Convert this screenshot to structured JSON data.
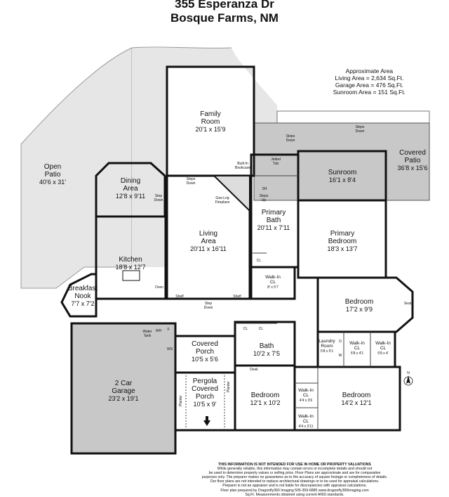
{
  "header": {
    "line1": "355 Esperanza Dr",
    "line2": "Bosque Farms, NM"
  },
  "area_summary": {
    "title": "Approximate Area",
    "living": "Living Area = 2,634 Sq.Ft.",
    "garage": "Garage Area = 476 Sq.Ft.",
    "sunroom": "Sunroom Area = 151 Sq.Ft."
  },
  "rooms": {
    "open_patio": {
      "name": "Open\nPatio",
      "dims": "40'6 x 31'"
    },
    "family_room": {
      "name": "Family\nRoom",
      "dims": "20'1 x 15'9"
    },
    "dining": {
      "name": "Dining\nArea",
      "dims": "12'8 x 9'11"
    },
    "living": {
      "name": "Living\nArea",
      "dims": "20'11 x 16'11"
    },
    "kitchen": {
      "name": "Kitchen",
      "dims": "18'8 x 12'7"
    },
    "breakfast": {
      "name": "Breakfast\nNook",
      "dims": "7'7 x 7'2"
    },
    "sunroom": {
      "name": "Sunroom",
      "dims": "16'1 x 8'4"
    },
    "covered_patio": {
      "name": "Covered\nPatio",
      "dims": "36'8 x 15'6"
    },
    "primary_bath": {
      "name": "Primary\nBath",
      "dims": "20'11 x 7'11"
    },
    "primary_bedroom": {
      "name": "Primary\nBedroom",
      "dims": "18'3 x 13'7"
    },
    "walkin_primary": {
      "name": "Walk-In\nCL",
      "dims": "8' x 5'7"
    },
    "bedroom_east": {
      "name": "Bedroom",
      "dims": "17'2 x 9'9"
    },
    "laundry": {
      "name": "Laundry\nRoom",
      "dims": "5'8 x 5'1"
    },
    "walkin_a": {
      "name": "Walk-In\nCL",
      "dims": "5'8 x 4'1"
    },
    "walkin_b": {
      "name": "Walk-In\nCL",
      "dims": "5'8 x 4'"
    },
    "bath": {
      "name": "Bath",
      "dims": "10'2 x 7'5"
    },
    "covered_porch": {
      "name": "Covered\nPorch",
      "dims": "10'5 x 5'6"
    },
    "pergola": {
      "name": "Pergola\nCovered\nPorch",
      "dims": "10'5 x 9'"
    },
    "garage": {
      "name": "2 Car\nGarage",
      "dims": "23'2 x 19'1"
    },
    "bedroom_mid": {
      "name": "Bedroom",
      "dims": "12'1 x 10'2"
    },
    "walkin_c": {
      "name": "Walk-In\nCL",
      "dims": "4'4 x 3'6"
    },
    "walkin_d": {
      "name": "Walk-In\nCL",
      "dims": "4'4 x 3'11"
    },
    "bedroom_se": {
      "name": "Bedroom",
      "dims": "14'2 x 12'1"
    }
  },
  "labels": {
    "steps_down": "Steps\nDown",
    "step_down": "Step\nDown",
    "steps_up": "Steps\nUp",
    "jetted_tub": "Jetted\nTub",
    "built_in_bookcase": "Built-In\nBookcase",
    "fireplace": "Gas-Log\nFireplace",
    "shelf": "Shelf",
    "oven": "Oven",
    "sh": "SH",
    "cl": "CL",
    "seat": "Seat",
    "dw": "D",
    "washer": "W",
    "desk": "Desk",
    "planter": "Planter",
    "f": "F",
    "wh": "WH",
    "water_tank": "Water\nTank",
    "wtr": "WS"
  },
  "disclaimer": {
    "heading": "THIS INFORMATION IS NOT INTENDED FOR USE IN HOME OR PROPERTY VALUATIONS",
    "lines": [
      "While generally reliable, this information may contain errors or incomplete details and should not",
      "be used to determine property values or selling price. Floor Plans are approximate and are for comparative",
      "purposes only. The preparer makes no guarantees as to the accuracy of square footage or completeness of details.",
      "Our floor plans are not intended to replace architectural drawings or to be used for appraisal calculations.",
      "Preparer is not an appraiser and is not liable for discrepancies with appraisal calculations.",
      "Floor plan prepared by Dragonfly360 Imaging 505-359-6885  www.dragonfly360imaging.com",
      "Sq.Ft. Measurements obtained using current ANSI standards."
    ]
  },
  "compass": "N"
}
